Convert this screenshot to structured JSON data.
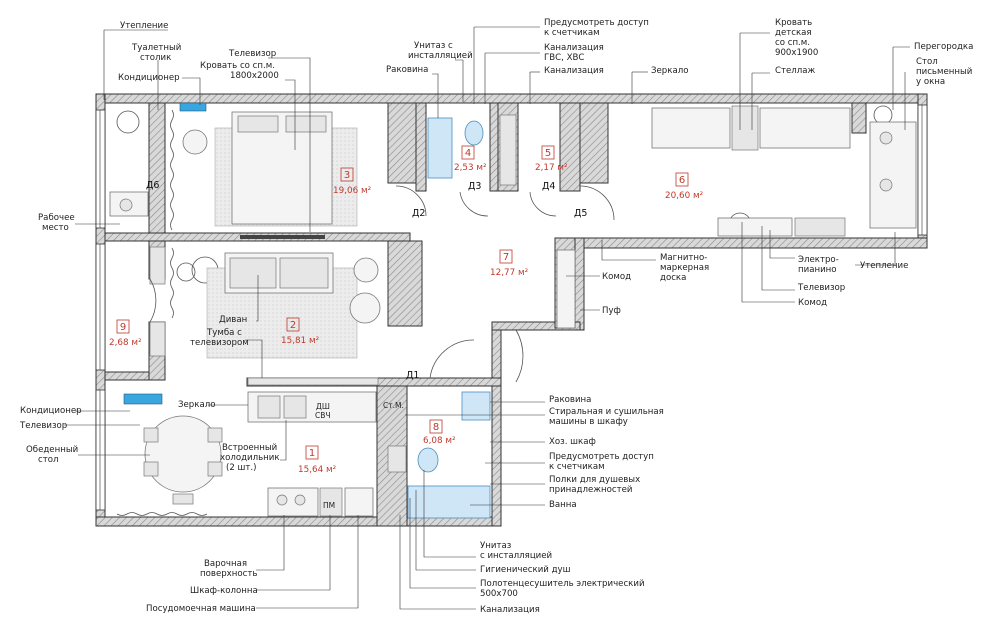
{
  "rooms": [
    {
      "num": "1",
      "area": "15,64 м²"
    },
    {
      "num": "2",
      "area": "15,81 м²"
    },
    {
      "num": "3",
      "area": "19,06 м²"
    },
    {
      "num": "4",
      "area": "2,53 м²"
    },
    {
      "num": "5",
      "area": "2,17 м²"
    },
    {
      "num": "6",
      "area": "20,60 м²"
    },
    {
      "num": "7",
      "area": "12,77 м²"
    },
    {
      "num": "8",
      "area": "6,08 м²"
    },
    {
      "num": "9",
      "area": "2,68 м²"
    }
  ],
  "doors": [
    "Д1",
    "Д2",
    "Д3",
    "Д4",
    "Д5",
    "Д6"
  ],
  "fixtures": {
    "microwave_top": "ДШ",
    "microwave_bottom": "СВЧ",
    "washer": "Ст.М.",
    "dishwasher": "ПМ"
  },
  "labels": {
    "insulation_left": "Утепление",
    "toilet_table_1": "Туалетный",
    "toilet_table_2": "столик",
    "conditioner_top": "Кондиционер",
    "tv_top": "Телевизор",
    "bed_double_1": "Кровать со сп.м.",
    "bed_double_2": "1800х2000",
    "sink_top": "Раковина",
    "toilet_top_1": "Унитаз с",
    "toilet_top_2": "инсталляцией",
    "meter_top_1": "Предусмотреть доступ",
    "meter_top_2": "к счетчикам",
    "sewer_water_1": "Канализация",
    "sewer_water_2": "ГВС, ХВС",
    "sewer_top": "Канализация",
    "mirror_top": "Зеркало",
    "bed_kids_1": "Кровать",
    "bed_kids_2": "детская",
    "bed_kids_3": "со сп.м.",
    "bed_kids_4": "900х1900",
    "rack": "Стеллаж",
    "partition": "Перегородка",
    "desk_1": "Стол",
    "desk_2": "письменный",
    "desk_3": "у окна",
    "workplace_1": "Рабочее",
    "workplace_2": "место",
    "magnet_board_1": "Магнитно-",
    "magnet_board_2": "маркерная",
    "magnet_board_3": "доска",
    "e_piano_1": "Электро-",
    "e_piano_2": "пианино",
    "insulation_right": "Утепление",
    "tv_kids": "Телевизор",
    "dresser_kids": "Комод",
    "dresser_hall": "Комод",
    "pouf": "Пуф",
    "sofa": "Диван",
    "tv_stand_1": "Тумба с",
    "tv_stand_2": "телевизором",
    "conditioner_left": "Кондиционер",
    "tv_left": "Телевизор",
    "dining_1": "Обеденный",
    "dining_2": "стол",
    "mirror_mid": "Зеркало",
    "fridge_1": "Встроенный",
    "fridge_2": "холодильник",
    "fridge_3": "(2 шт.)",
    "bath_sink": "Раковина",
    "washing_1": "Стиральная и сушильная",
    "washing_2": "машины в шкафу",
    "utility": "Хоз. шкаф",
    "meter_bottom_1": "Предусмотреть доступ",
    "meter_bottom_2": "к счетчикам",
    "shower_shelves_1": "Полки для душевых",
    "shower_shelves_2": "принадлежностей",
    "bath": "Ванна",
    "hob_1": "Варочная",
    "hob_2": "поверхность",
    "oven_col": "Шкаф-колонна",
    "dishwasher_lbl": "Посудомоечная машина",
    "toilet_bottom_1": "Унитаз",
    "toilet_bottom_2": "с инсталляцией",
    "hyg_shower": "Гигиенический душ",
    "towel_1": "Полотенцесушитель электрический",
    "towel_2": "500х700",
    "sewer_bottom": "Канализация"
  },
  "colors": {
    "room_label": "#c0392b",
    "plumbing": "#cfe6f7",
    "ac_unit": "#3aa6e0"
  }
}
